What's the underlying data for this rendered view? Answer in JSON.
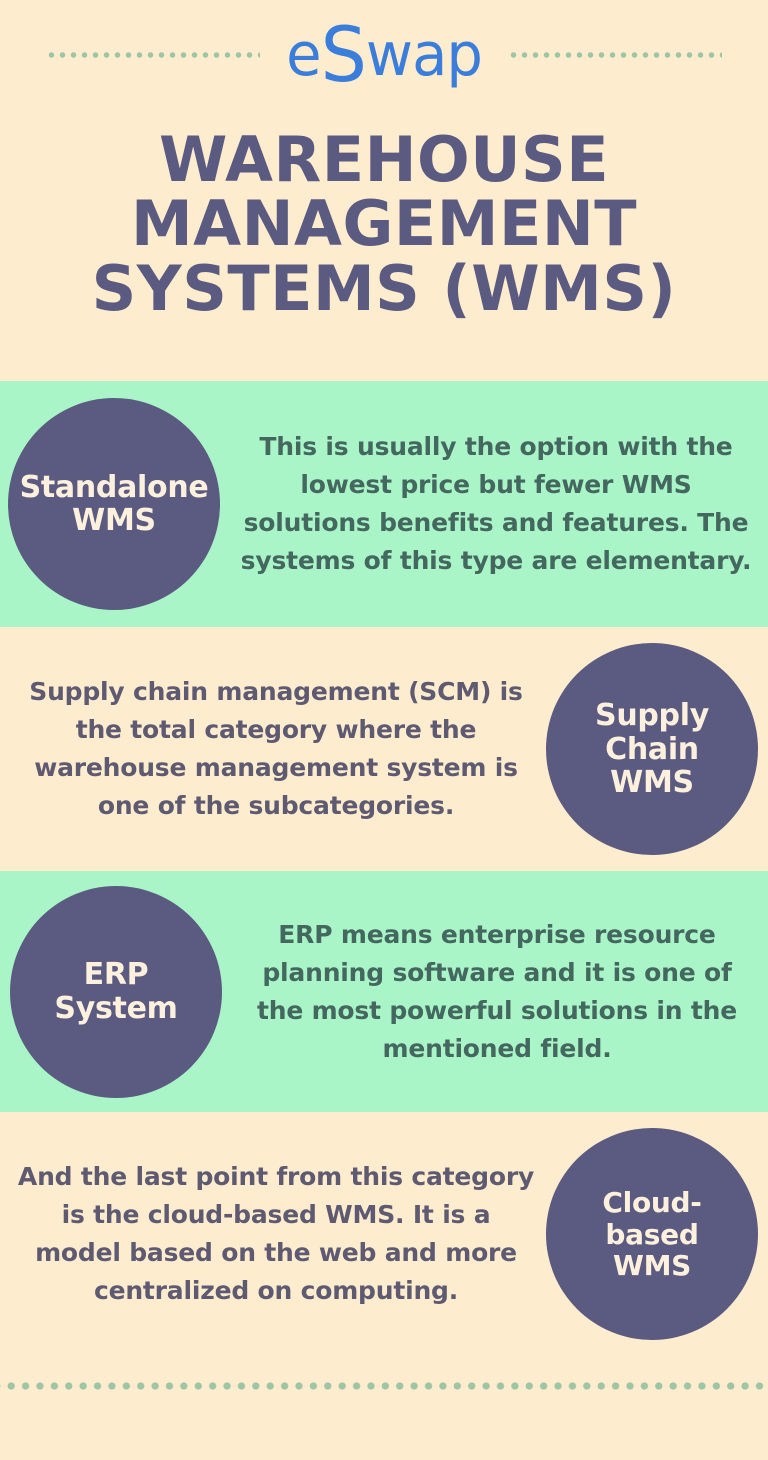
{
  "page": {
    "background_color": "#fdeccd",
    "accent_green": "#aaf5c8",
    "circle_color": "#5b5a80",
    "logo_color": "#3b7ddb",
    "dot_color": "#9ec5a4"
  },
  "header": {
    "logo_prefix": "e",
    "logo_cap": "S",
    "logo_suffix": "wap",
    "divider_icon": "dotted-line"
  },
  "title": {
    "line1": "WAREHOUSE",
    "line2": "MANAGEMENT",
    "line3": "SYSTEMS (WMS)"
  },
  "sections": [
    {
      "label_line1": "Standalone",
      "label_line2": "WMS",
      "body": "This is usually the option with the lowest price but fewer WMS solutions benefits and features. The systems of this type are elementary.",
      "background": "#aaf5c8",
      "circle_side": "left"
    },
    {
      "label_line1": "Supply",
      "label_line2": "Chain",
      "label_line3": "WMS",
      "body": "Supply chain management (SCM) is the total category where the warehouse management system is one of the subcategories.",
      "background": "#fdeccd",
      "circle_side": "right"
    },
    {
      "label_line1": "ERP",
      "label_line2": "System",
      "body": "ERP means enterprise resource planning software and it is one of the most powerful solutions in the mentioned field.",
      "background": "#aaf5c8",
      "circle_side": "left"
    },
    {
      "label_line1": "Cloud-",
      "label_line2": "based",
      "label_line3": "WMS",
      "body": "And the last point from this category is the cloud-based WMS. It is a model based on the web and more centralized on computing.",
      "background": "#fdeccd",
      "circle_side": "right"
    }
  ],
  "footer": {
    "divider_icon": "dotted-line"
  }
}
